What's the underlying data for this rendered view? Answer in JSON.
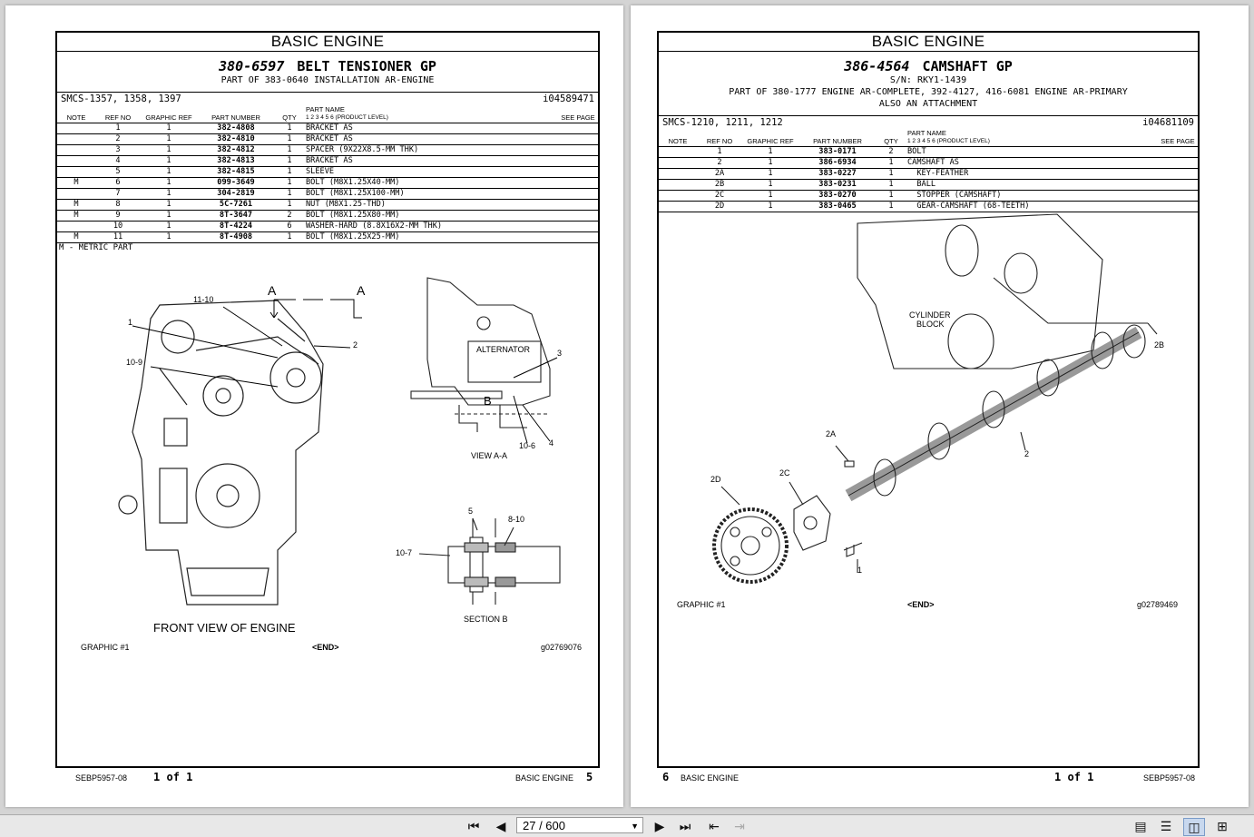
{
  "pages": [
    {
      "header": "BASIC ENGINE",
      "group_number": "380-6597",
      "group_name": "BELT TENSIONER GP",
      "sub_lines": [
        "PART OF 383-0640 INSTALLATION AR-ENGINE"
      ],
      "smcs": "SMCS-1357, 1358, 1397",
      "doc_id": "i04589471",
      "columns": [
        "NOTE",
        "REF NO",
        "GRAPHIC REF",
        "PART NUMBER",
        "QTY",
        "PART NAME",
        "SEE PAGE"
      ],
      "part_name_sub": "1 2 3 4 5 6 (PRODUCT LEVEL)",
      "rows": [
        {
          "note": "",
          "ref": "1",
          "graphic": "1",
          "part": "382-4808",
          "qty": "1",
          "name": "BRACKET AS"
        },
        {
          "note": "",
          "ref": "2",
          "graphic": "1",
          "part": "382-4810",
          "qty": "1",
          "name": "BRACKET AS"
        },
        {
          "note": "",
          "ref": "3",
          "graphic": "1",
          "part": "382-4812",
          "qty": "1",
          "name": "SPACER (9X22X8.5-MM THK)"
        },
        {
          "note": "",
          "ref": "4",
          "graphic": "1",
          "part": "382-4813",
          "qty": "1",
          "name": "BRACKET AS"
        },
        {
          "note": "",
          "ref": "5",
          "graphic": "1",
          "part": "382-4815",
          "qty": "1",
          "name": "SLEEVE"
        },
        {
          "note": "M",
          "ref": "6",
          "graphic": "1",
          "part": "099-3649",
          "qty": "1",
          "name": "BOLT (M8X1.25X40-MM)"
        },
        {
          "note": "",
          "ref": "7",
          "graphic": "1",
          "part": "304-2819",
          "qty": "1",
          "name": "BOLT (M8X1.25X100-MM)"
        },
        {
          "note": "M",
          "ref": "8",
          "graphic": "1",
          "part": "5C-7261",
          "qty": "1",
          "name": "NUT (M8X1.25-THD)"
        },
        {
          "note": "M",
          "ref": "9",
          "graphic": "1",
          "part": "8T-3647",
          "qty": "2",
          "name": "BOLT (M8X1.25X80-MM)"
        },
        {
          "note": "",
          "ref": "10",
          "graphic": "1",
          "part": "8T-4224",
          "qty": "6",
          "name": "WASHER-HARD (8.8X16X2-MM THK)"
        },
        {
          "note": "M",
          "ref": "11",
          "graphic": "1",
          "part": "8T-4908",
          "qty": "1",
          "name": "BOLT (M8X1.25X25-MM)"
        }
      ],
      "footnote": "M - METRIC PART",
      "labels": {
        "a_left": "A",
        "a_right": "A",
        "l1110": "11-10",
        "l1": "1",
        "l2": "2",
        "l109": "10-9",
        "l3": "3",
        "alt": "ALTERNATOR",
        "b": "B",
        "l106": "10-6",
        "l4": "4",
        "view": "VIEW A-A",
        "l5": "5",
        "l810": "8-10",
        "l107": "10-7",
        "section": "SECTION B"
      },
      "caption": "FRONT VIEW OF ENGINE",
      "graphic": "GRAPHIC #1",
      "end": "<END>",
      "gid": "g02769076",
      "foot": {
        "doc": "SEBP5957-08",
        "pages_a": "1",
        "of": "of",
        "pages_b": "1",
        "section": "BASIC ENGINE",
        "page": "5"
      }
    },
    {
      "header": "BASIC ENGINE",
      "group_number": "386-4564",
      "group_name": "CAMSHAFT GP",
      "sub_lines": [
        "S/N: RKY1-1439",
        "PART OF 380-1777 ENGINE AR-COMPLETE, 392-4127, 416-6081 ENGINE AR-PRIMARY",
        "ALSO AN ATTACHMENT"
      ],
      "smcs": "SMCS-1210, 1211, 1212",
      "doc_id": "i04681109",
      "rows": [
        {
          "note": "",
          "ref": "1",
          "graphic": "1",
          "part": "383-0171",
          "qty": "2",
          "name": "BOLT"
        },
        {
          "note": "",
          "ref": "2",
          "graphic": "1",
          "part": "386-6934",
          "qty": "1",
          "name": "CAMSHAFT AS"
        },
        {
          "note": "",
          "ref": "2A",
          "graphic": "1",
          "part": "383-0227",
          "qty": "1",
          "name": "  KEY-FEATHER"
        },
        {
          "note": "",
          "ref": "2B",
          "graphic": "1",
          "part": "383-0231",
          "qty": "1",
          "name": "  BALL"
        },
        {
          "note": "",
          "ref": "2C",
          "graphic": "1",
          "part": "383-0270",
          "qty": "1",
          "name": "  STOPPER (CAMSHAFT)"
        },
        {
          "note": "",
          "ref": "2D",
          "graphic": "1",
          "part": "383-0465",
          "qty": "1",
          "name": "  GEAR-CAMSHAFT (68-TEETH)"
        }
      ],
      "labels": {
        "cyl": "CYLINDER",
        "block": "BLOCK",
        "l2b": "2B",
        "l2a": "2A",
        "l2": "2",
        "l2c": "2C",
        "l2d": "2D",
        "l1": "1"
      },
      "graphic": "GRAPHIC #1",
      "end": "<END>",
      "gid": "g02789469",
      "foot": {
        "doc": "SEBP5957-08",
        "pages_a": "1",
        "of": "of",
        "pages_b": "1",
        "section": "BASIC ENGINE",
        "page": "6"
      }
    }
  ],
  "toolbar": {
    "page_indicator": "27 / 600"
  },
  "icons": [
    "first-page-icon",
    "prev-page-icon",
    "next-page-icon",
    "last-page-icon",
    "back-view-icon",
    "forward-view-icon",
    "single-page-icon",
    "continuous-icon",
    "two-page-icon",
    "two-page-continuous-icon"
  ]
}
